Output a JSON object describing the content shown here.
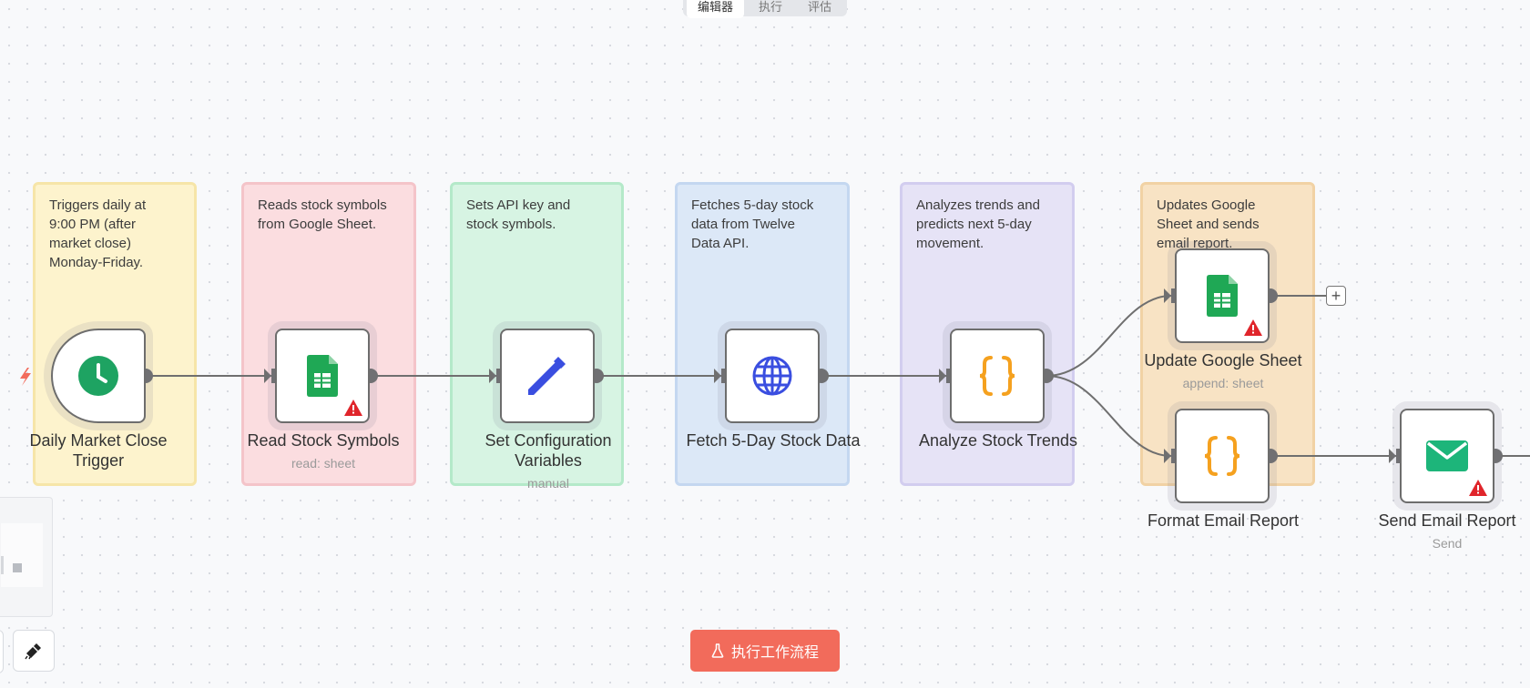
{
  "tabs": [
    "编辑器",
    "执行",
    "评估"
  ],
  "sticky_notes": [
    {
      "text": "Triggers daily at\n9:00 PM (after\nmarket close)\nMonday-Friday.",
      "color": "#fdf3cd",
      "border": "#f6e5a8"
    },
    {
      "text": "Reads stock symbols\nfrom Google Sheet.",
      "color": "#fbdde0",
      "border": "#f4c4c9"
    },
    {
      "text": "Sets API key and\nstock symbols.",
      "color": "#d7f4e3",
      "border": "#b4e9c9"
    },
    {
      "text": "Fetches 5-day stock\ndata from Twelve\nData API.",
      "color": "#dce8f7",
      "border": "#c4d7f0"
    },
    {
      "text": "Analyzes trends and\npredicts next 5-day\nmovement.",
      "color": "#e6e3f6",
      "border": "#d2cdef"
    },
    {
      "text": "Updates Google\nSheet and sends\nemail report.",
      "color": "#f8e3c4",
      "border": "#f1d2a4"
    }
  ],
  "nodes": [
    {
      "label": "Daily Market Close\nTrigger",
      "subtitle": "",
      "icon": "clock-icon",
      "warning": false
    },
    {
      "label": "Read Stock Symbols",
      "subtitle": "read: sheet",
      "icon": "google-sheets-icon",
      "warning": true
    },
    {
      "label": "Set Configuration\nVariables",
      "subtitle": "manual",
      "icon": "pencil-icon",
      "warning": false
    },
    {
      "label": "Fetch 5-Day Stock Data",
      "subtitle": "",
      "icon": "globe-icon",
      "warning": false
    },
    {
      "label": "Analyze Stock Trends",
      "subtitle": "",
      "icon": "code-braces-icon",
      "warning": false
    },
    {
      "label": "Update Google Sheet",
      "subtitle": "append: sheet",
      "icon": "google-sheets-icon",
      "warning": true
    },
    {
      "label": "Format Email Report",
      "subtitle": "",
      "icon": "code-braces-icon",
      "warning": false
    },
    {
      "label": "Send Email Report",
      "subtitle": "Send",
      "icon": "email-icon",
      "warning": true
    }
  ],
  "run_button": {
    "label": "执行工作流程",
    "icon": "flask-icon",
    "color": "#f26b5b"
  },
  "colors": {
    "accent_red": "#f26b5b",
    "trigger_green": "#1ea362",
    "sheets_green": "#1fa855",
    "pencil_blue": "#3a4ee0",
    "globe_blue": "#3a4ee0",
    "braces_orange": "#f5a11f",
    "email_green": "#1db57a"
  }
}
